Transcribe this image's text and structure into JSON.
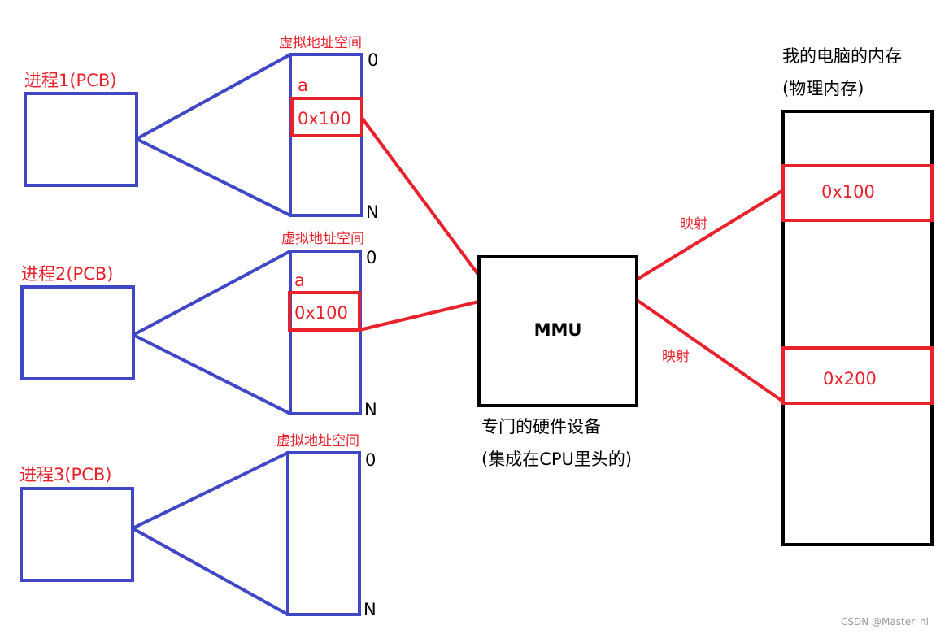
{
  "colors": {
    "process": "#3f47c6",
    "highlight": "#e8212b",
    "hardware": "#000000"
  },
  "processes": [
    {
      "label": "进程1(PCB)",
      "va_label": "虚拟地址空间",
      "start": "0",
      "end": "N",
      "var": "a",
      "addr": "0x100"
    },
    {
      "label": "进程2(PCB)",
      "va_label": "虚拟地址空间",
      "start": "0",
      "end": "N",
      "var": "a",
      "addr": "0x100"
    },
    {
      "label": "进程3(PCB)",
      "va_label": "虚拟地址空间",
      "start": "0",
      "end": "N"
    }
  ],
  "mmu": {
    "label": "MMU",
    "caption_line1": "专门的硬件设备",
    "caption_line2": "(集成在CPU里头的)"
  },
  "mapping_label": "映射",
  "memory": {
    "title_line1": "我的电脑的内存",
    "title_line2": "(物理内存)",
    "cells": [
      "0x100",
      "0x200"
    ]
  },
  "watermark": "CSDN @Master_hl"
}
